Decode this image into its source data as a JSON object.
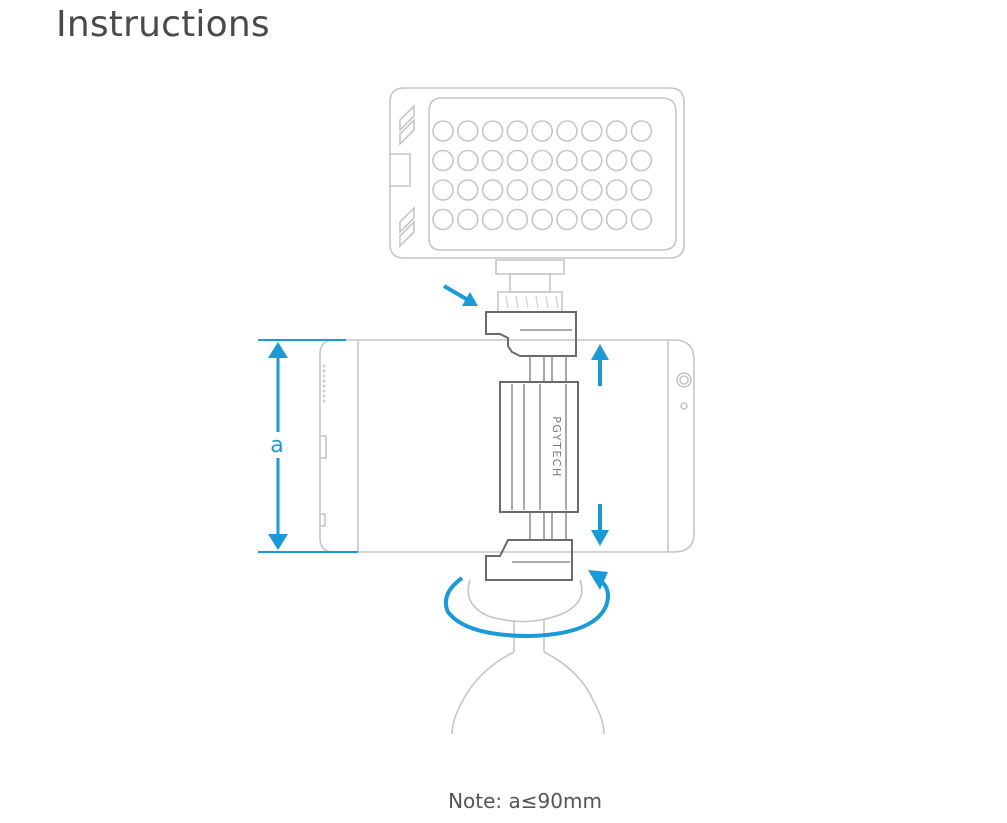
{
  "title": "Instructions",
  "diagram": {
    "dimension_label": "a",
    "brand_text": "PGYTECH",
    "led_rows": 4,
    "led_cols": 9,
    "accent_color": "#1a9ad6",
    "outline_color": "#c6c6c6",
    "clamp_color": "#6a6a6a"
  },
  "note": "Note: a≤90mm"
}
